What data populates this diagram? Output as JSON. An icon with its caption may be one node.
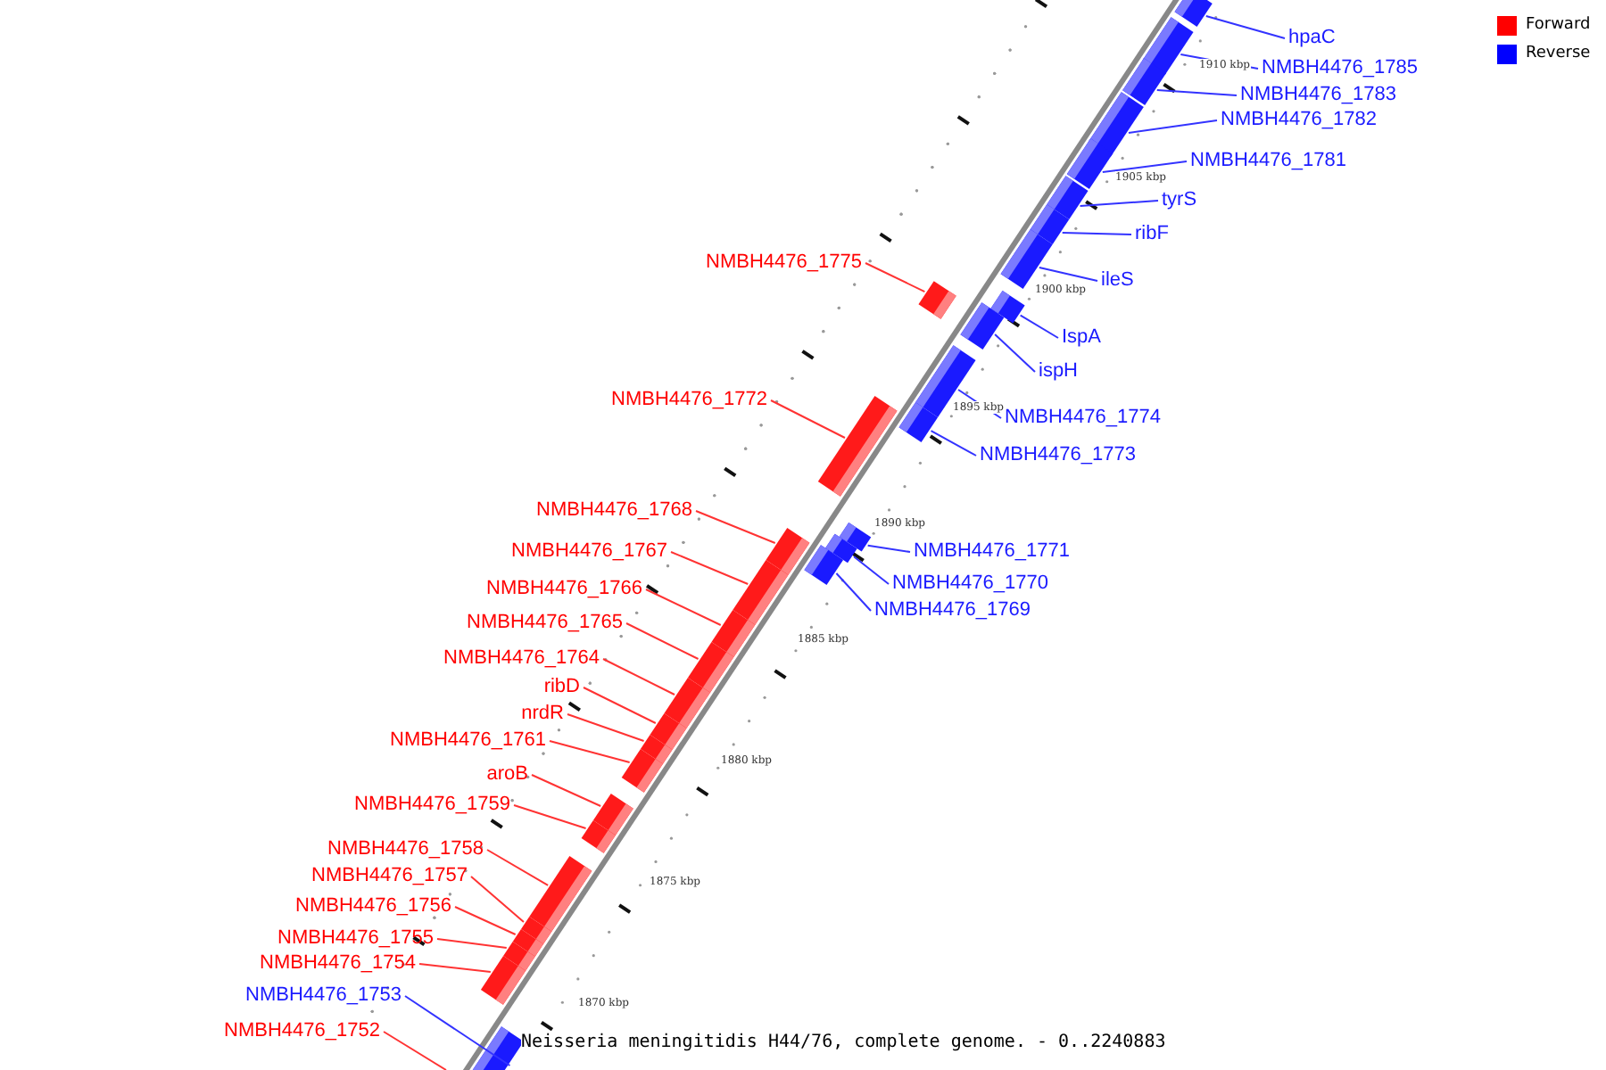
{
  "diagram": {
    "nodes": [
      {
        "text": [
          "hpaC"
        ]
      },
      {
        "text": [],
        "shape": "bar"
      },
      {
        "text": [
          "NMBH4476_1785"
        ]
      },
      {
        "text": [],
        "shape": "bar"
      },
      {
        "text": [
          "NMBH4476_1783"
        ]
      },
      {
        "text": [],
        "shape": "bar"
      },
      {
        "text": [
          "NMBH4476_1782"
        ]
      },
      {
        "text": [],
        "shape": "bar"
      },
      {
        "text": [
          "NMBH4476_1781"
        ]
      },
      {
        "text": [],
        "shape": "bar"
      },
      {
        "text": [
          "tyrS"
        ]
      },
      {
        "text": [],
        "shape": "bar"
      },
      {
        "text": [
          "ribF"
        ]
      },
      {
        "text": [],
        "shape": "bar"
      },
      {
        "text": [
          "NMBH4476_1775"
        ]
      },
      {
        "text": [],
        "shape": "bar"
      },
      {
        "text": [
          "ileS"
        ]
      },
      {
        "text": [],
        "shape": "bar"
      },
      {
        "text": [
          "IspA"
        ]
      },
      {
        "text": [],
        "shape": "bar"
      },
      {
        "text": [
          "ispH"
        ]
      },
      {
        "text": [],
        "shape": "bar"
      },
      {
        "text": [
          "NMBH4476_1772"
        ]
      },
      {
        "text": [],
        "shape": "bar"
      },
      {
        "text": [
          "NMBH4476_1774"
        ]
      },
      {
        "text": [],
        "shape": "bar"
      },
      {
        "text": [
          "NMBH4476_1773"
        ]
      },
      {
        "text": [],
        "shape": "bar"
      },
      {
        "text": [
          "NMBH4476_1768"
        ]
      },
      {
        "text": [],
        "shape": "bar"
      },
      {
        "text": [
          "NMBH4476_1771"
        ]
      },
      {
        "text": [],
        "shape": "bar"
      },
      {
        "text": [
          "NMBH4476_1767"
        ]
      },
      {
        "text": [],
        "shape": "bar"
      },
      {
        "text": [
          "NMBH4476_1770"
        ]
      },
      {
        "text": [],
        "shape": "bar"
      },
      {
        "text": [
          "NMBH4476_1766"
        ]
      },
      {
        "text": [],
        "shape": "bar"
      },
      {
        "text": [
          "NMBH4476_1769"
        ]
      },
      {
        "text": [],
        "shape": "bar"
      },
      {
        "text": [
          "NMBH4476_1765"
        ]
      },
      {
        "text": [],
        "shape": "bar"
      },
      {
        "text": [
          "NMBH4476_1764"
        ]
      },
      {
        "text": [],
        "shape": "bar"
      },
      {
        "text": [
          "ribD"
        ]
      },
      {
        "text": [],
        "shape": "bar"
      },
      {
        "text": [
          "nrdR"
        ]
      },
      {
        "text": [],
        "shape": "bar"
      },
      {
        "text": [
          "NMBH4476_1761"
        ]
      },
      {
        "text": [],
        "shape": "bar"
      },
      {
        "text": [
          "aroB"
        ]
      },
      {
        "text": [],
        "shape": "bar"
      },
      {
        "text": [
          "NMBH4476_1759"
        ]
      },
      {
        "text": [],
        "shape": "bar"
      },
      {
        "text": [
          "NMBH4476_1758"
        ]
      },
      {
        "text": [],
        "shape": "bar"
      },
      {
        "text": [
          "NMBH4476_1757"
        ]
      },
      {
        "text": [],
        "shape": "bar"
      },
      {
        "text": [
          "NMBH4476_1756"
        ]
      },
      {
        "text": [],
        "shape": "bar"
      },
      {
        "text": [
          "NMBH4476_1755"
        ]
      },
      {
        "text": [],
        "shape": "bar"
      },
      {
        "text": [
          "NMBH4476_1754"
        ]
      },
      {
        "text": [],
        "shape": "bar"
      },
      {
        "text": [
          "NMBH4476_1753"
        ]
      },
      {
        "text": [],
        "shape": "bar"
      },
      {
        "text": [
          "NMBH4476_1752"
        ]
      }
    ],
    "edges": [
      {
        "from": 0,
        "to": 1,
        "arrow": "none",
        "color": "#3333ff"
      },
      {
        "from": 2,
        "to": 3,
        "arrow": "none",
        "color": "#3333ff"
      },
      {
        "from": 4,
        "to": 5,
        "arrow": "none",
        "color": "#3333ff"
      },
      {
        "from": 6,
        "to": 7,
        "arrow": "none",
        "color": "#3333ff"
      },
      {
        "from": 8,
        "to": 9,
        "arrow": "none",
        "color": "#3333ff"
      },
      {
        "from": 10,
        "to": 11,
        "arrow": "none",
        "color": "#3333ff"
      },
      {
        "from": 12,
        "to": 13,
        "arrow": "none",
        "color": "#3333ff"
      },
      {
        "from": 14,
        "to": 15,
        "arrow": "none"
      },
      {
        "from": 16,
        "to": 17,
        "arrow": "none",
        "color": "#3333ff"
      },
      {
        "from": 18,
        "to": 19,
        "arrow": "none",
        "color": "#3333ff"
      },
      {
        "from": 20,
        "to": 21,
        "arrow": "none",
        "color": "#3333ff"
      },
      {
        "from": 22,
        "to": 23,
        "arrow": "none"
      },
      {
        "from": 24,
        "to": 25,
        "arrow": "none",
        "color": "#3333ff"
      },
      {
        "from": 26,
        "to": 27,
        "arrow": "none",
        "color": "#3333ff"
      },
      {
        "from": 28,
        "to": 29,
        "arrow": "none"
      },
      {
        "from": 30,
        "to": 31,
        "arrow": "none",
        "color": "#3333ff"
      },
      {
        "from": 32,
        "to": 33,
        "arrow": "none"
      },
      {
        "from": 34,
        "to": 35,
        "arrow": "none",
        "color": "#3333ff"
      },
      {
        "from": 36,
        "to": 37,
        "arrow": "none"
      },
      {
        "from": 38,
        "to": 39,
        "arrow": "none",
        "color": "#3333ff"
      },
      {
        "from": 40,
        "to": 41,
        "arrow": "none"
      },
      {
        "from": 42,
        "to": 43,
        "arrow": "none"
      },
      {
        "from": 44,
        "to": 45,
        "arrow": "none"
      },
      {
        "from": 46,
        "to": 47,
        "arrow": "none"
      },
      {
        "from": 48,
        "to": 49,
        "arrow": "none"
      },
      {
        "from": 50,
        "to": 51,
        "arrow": "none"
      },
      {
        "from": 52,
        "to": 53,
        "arrow": "none"
      },
      {
        "from": 54,
        "to": 55,
        "arrow": "none"
      },
      {
        "from": 56,
        "to": 57,
        "arrow": "none"
      },
      {
        "from": 58,
        "to": 59,
        "arrow": "none"
      },
      {
        "from": 60,
        "to": 61,
        "arrow": "none"
      },
      {
        "from": 62,
        "to": 63,
        "arrow": "none"
      },
      {
        "from": 64,
        "to": 65,
        "arrow": "none",
        "color": "#3333ff"
      },
      {
        "from": 66,
        "to": null,
        "arrow": "none"
      }
    ],
    "labels": [
      "1910 kbp",
      "1905 kbp",
      "1900 kbp",
      "1895 kbp",
      "1890 kbp",
      "1885 kbp",
      "1880 kbp",
      "1875 kbp",
      "1870 kbp",
      "Neisseria meningitidis H44/76, complete genome. - 0..2240883"
    ],
    "legend": [
      {
        "text": "Forward",
        "color": "#ff0000"
      },
      {
        "text": "Reverse",
        "color": "#0000ff"
      }
    ]
  }
}
